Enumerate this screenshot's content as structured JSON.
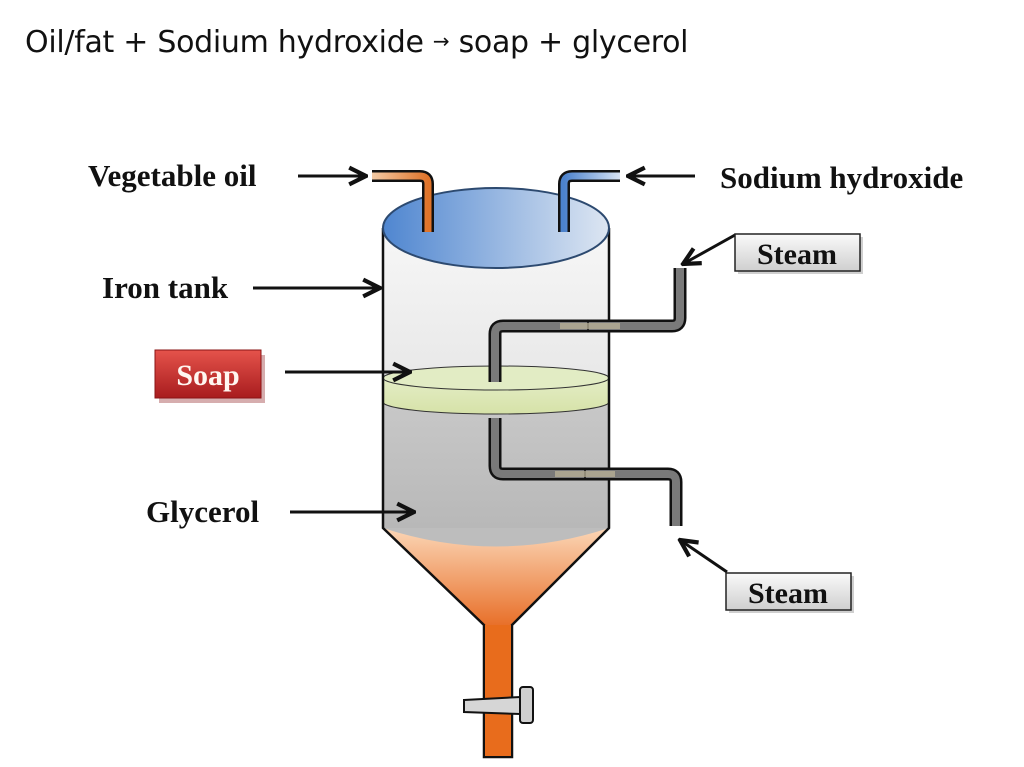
{
  "equation": {
    "reactant_1": "Oil/fat",
    "plus_1": "+",
    "reactant_2": "Sodium hydroxide",
    "arrow": "→",
    "product_1": "soap",
    "plus_2": "+",
    "product_2": "glycerol"
  },
  "labels": {
    "vegetable_oil": "Vegetable oil",
    "sodium_hydroxide": "Sodium hydroxide",
    "iron_tank": "Iron tank",
    "soap": "Soap",
    "glycerol": "Glycerol",
    "steam_in": "Steam",
    "steam_out": "Steam"
  },
  "colors": {
    "oil_pipe": "#e07a2c",
    "naoh_pipe": "#5b8fd4",
    "tank_top": "#6a9ad8",
    "soap_layer": "#dfe8b8",
    "glycerol": "#bdbdbd",
    "cone": "#f08a3c",
    "soap_badge": "#c0282a",
    "steam_pipe": "#777777"
  }
}
